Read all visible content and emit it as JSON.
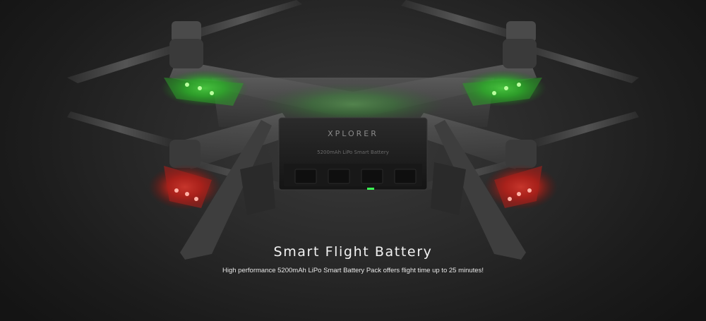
{
  "product": {
    "brand_label": "XPLORER",
    "battery_label": "5200mAh LiPo Smart Battery"
  },
  "caption": {
    "title": "Smart Flight Battery",
    "subtitle": "High performance 5200mAh LiPo Smart Battery Pack offers flight time up to 25 minutes!"
  },
  "colors": {
    "background": "#1d1d1d",
    "front_led": "#36e03a",
    "rear_led": "#e02a22"
  }
}
